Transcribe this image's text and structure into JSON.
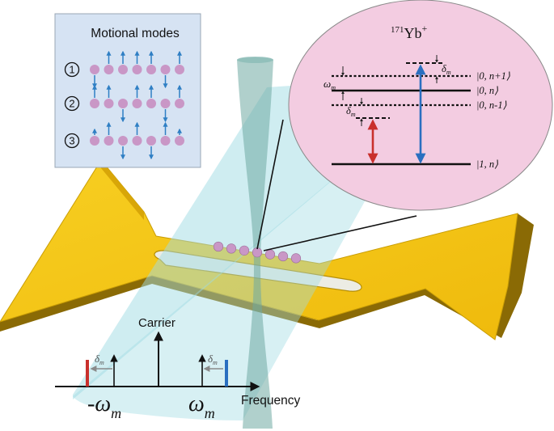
{
  "inset_modes": {
    "title": "Motional modes",
    "rows": [
      {
        "label": "1",
        "pattern": [
          1,
          -1,
          -1,
          -1,
          -1,
          1,
          -1
        ]
      },
      {
        "label": "2",
        "pattern": [
          -1,
          -1,
          1,
          -1,
          -1,
          1,
          -1
        ]
      },
      {
        "label": "3",
        "pattern": [
          0,
          -1,
          1,
          -1,
          1,
          -1,
          0
        ]
      }
    ]
  },
  "level_diagram": {
    "species_mass": "171",
    "species_symbol": "Yb",
    "species_charge": "+",
    "levels": [
      {
        "label": "|0, n+1⟩"
      },
      {
        "label": "|0, n⟩"
      },
      {
        "label": "|0, n-1⟩"
      },
      {
        "label": "|1, n⟩"
      }
    ],
    "omega_label": "ω",
    "omega_sub": "m",
    "delta_label": "δ",
    "delta_sub": "m"
  },
  "spectrum": {
    "carrier_label": "Carrier",
    "frequency_label": "Frequency",
    "neg_omega": "-ω",
    "pos_omega": "ω",
    "omega_sub": "m",
    "delta_label": "δ",
    "delta_sub": "m"
  },
  "colors": {
    "trap_gold": "#f3c316",
    "inset_bg": "#d6e3f3",
    "ion": "#c997c6",
    "mode_arrow": "#2f7fc4",
    "bubble": "#f3cce1",
    "red_beam": "#c9302c",
    "blue_beam": "#2a6fc0",
    "beam_cyan": "#9fdbe3",
    "beam_teal": "#6fa9a3"
  }
}
